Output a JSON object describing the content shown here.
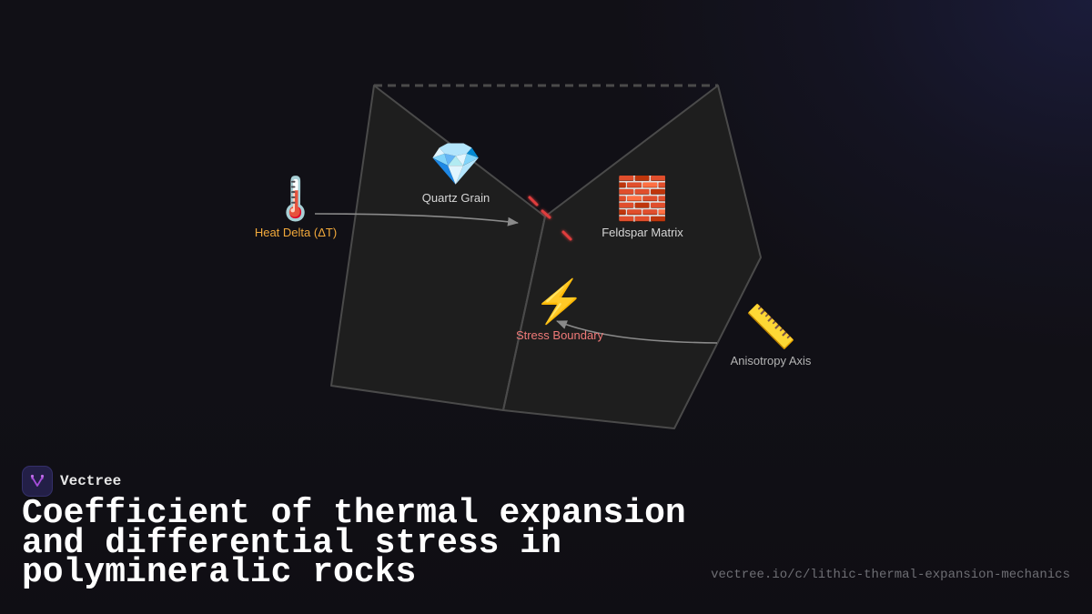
{
  "brand": {
    "name": "Vectree",
    "logo_icon": "vectree-branch-icon",
    "logo_bg": "#231f47",
    "logo_accent": "#a64ddb"
  },
  "title": {
    "lines": [
      "Coefficient of thermal expansion",
      "and differential stress in",
      "polymineralic rocks"
    ]
  },
  "footer": {
    "url": "vectree.io/c/lithic-thermal-expansion-mechanics"
  },
  "diagram": {
    "colors": {
      "rock_fill": "#1e1e1e",
      "rock_edge": "#4a4a4a",
      "dashed_edge": "#4a4a4a",
      "fracture": "#e03c3c",
      "arrow": "#8a8a8a"
    },
    "nodes": [
      {
        "id": "quartz",
        "icon": "gem-icon",
        "glyph": "💎",
        "label": "Quartz Grain",
        "color": "#d6d6d6"
      },
      {
        "id": "feldspar",
        "icon": "brick-icon",
        "glyph": "🧱",
        "label": "Feldspar Matrix",
        "color": "#d6d6d6"
      },
      {
        "id": "heat",
        "icon": "thermometer-icon",
        "glyph": "🌡️",
        "label": "Heat Delta (ΔT)",
        "color": "#f2a93b"
      },
      {
        "id": "stress",
        "icon": "lightning-icon",
        "glyph": "⚡",
        "label": "Stress Boundary",
        "color": "#f07a78"
      },
      {
        "id": "anisotropy",
        "icon": "ruler-icon",
        "glyph": "📏",
        "label": "Anisotropy Axis",
        "color": "#b4b4b4"
      }
    ],
    "edges": [
      {
        "from": "heat",
        "to": "quartz-feldspar-boundary"
      },
      {
        "from": "anisotropy",
        "to": "stress"
      }
    ]
  }
}
